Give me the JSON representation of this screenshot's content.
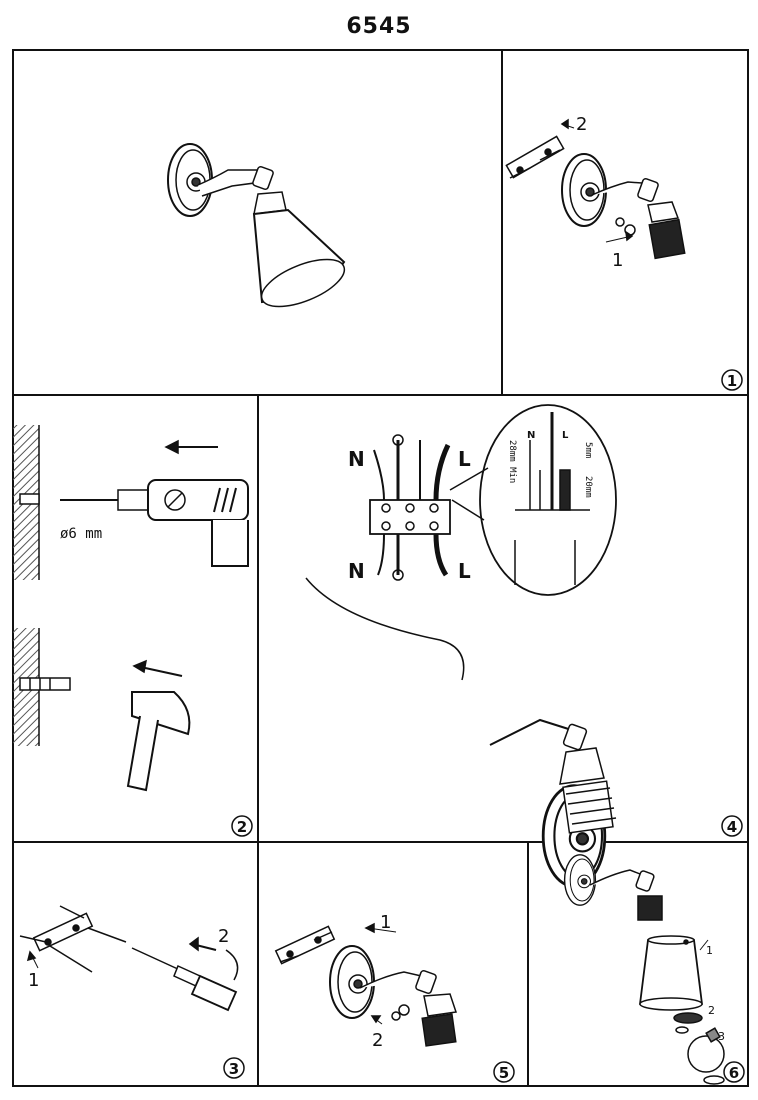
{
  "document": {
    "model_number": "6545"
  },
  "panels": {
    "overview": {
      "step": ""
    },
    "p1": {
      "step": "1",
      "arrow_labels": [
        "2",
        "1"
      ]
    },
    "p2": {
      "step": "2",
      "drill_size": "ø6 mm"
    },
    "p3": {
      "step": "3",
      "arrow_labels": [
        "1",
        "2"
      ]
    },
    "p4": {
      "step": "4",
      "wire_labels": {
        "neutral_top": "N",
        "live_top": "L",
        "neutral_bottom": "N",
        "live_bottom": "L"
      },
      "detail": {
        "n": "N",
        "l": "L",
        "strip_length": "28mm Min",
        "dim_5": "5mm",
        "dim_20": "20mm"
      }
    },
    "p5": {
      "step": "5",
      "arrow_labels": [
        "1",
        "2"
      ]
    },
    "p6": {
      "step": "6",
      "arrow_labels": [
        "1",
        "2",
        "3"
      ]
    }
  },
  "colors": {
    "line": "#111111",
    "background": "#ffffff",
    "wall_hatch": "#555555"
  }
}
